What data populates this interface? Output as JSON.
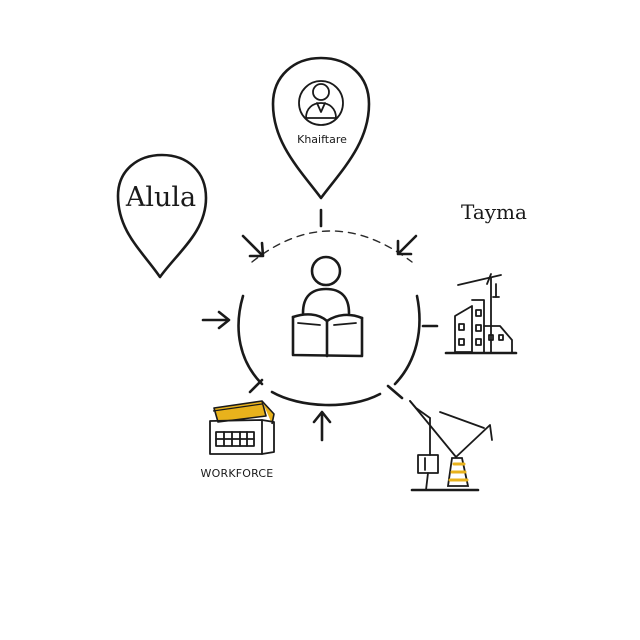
{
  "diagram": {
    "nodes": {
      "alula": {
        "label": "Alula",
        "icon": "location-pin-icon"
      },
      "khaibar": {
        "label": "Khaiftare",
        "icon": "person-pin-icon"
      },
      "tayma": {
        "label": "Tayma",
        "icon": ""
      },
      "construction": {
        "label": "",
        "icon": "crane-buildings-icon"
      },
      "workforce": {
        "label": "WORKFORCE",
        "icon": "workforce-box-icon"
      },
      "machinery": {
        "label": "",
        "icon": "excavator-icon"
      },
      "center": {
        "label": "",
        "icon": "person-reading-icon"
      }
    },
    "colors": {
      "ink": "#1a1a1a",
      "accent_yellow": "#e8b21c",
      "background": "#ffffff"
    }
  }
}
